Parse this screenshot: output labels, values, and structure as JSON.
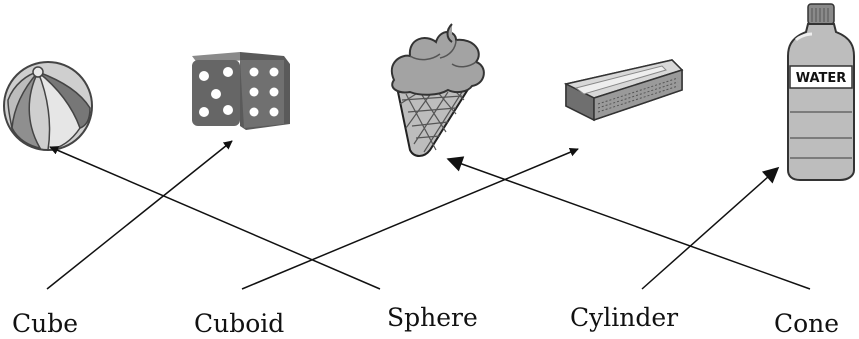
{
  "labels": {
    "cube": "Cube",
    "cuboid": "Cuboid",
    "sphere": "Sphere",
    "cylinder": "Cylinder",
    "cone": "Cone"
  },
  "bottle_label": "WATER",
  "icons": [
    "beach-ball-icon",
    "dice-icon",
    "ice-cream-cone-icon",
    "matchbox-icon",
    "water-bottle-icon"
  ],
  "matches": [
    {
      "label": "Cube",
      "object": "dice"
    },
    {
      "label": "Cuboid",
      "object": "matchbox"
    },
    {
      "label": "Sphere",
      "object": "beach ball"
    },
    {
      "label": "Cylinder",
      "object": "water bottle"
    },
    {
      "label": "Cone",
      "object": "ice cream cone"
    }
  ],
  "colors": {
    "ink": "#111111",
    "shape_dark": "#555555",
    "shape_mid": "#9a9a9a",
    "shape_light": "#d6d6d6"
  }
}
